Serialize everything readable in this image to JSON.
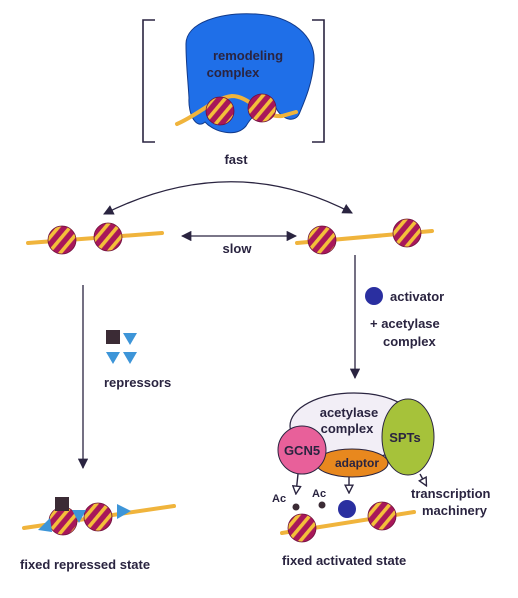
{
  "labels": {
    "remodeling_complex_line1": "remodeling",
    "remodeling_complex_line2": "complex",
    "fast": "fast",
    "slow": "slow",
    "activator": "activator",
    "acetylase_line1": "+ acetylase",
    "acetylase_line2": "complex",
    "repressors": "repressors",
    "acetylase_complex_line1": "acetylase",
    "acetylase_complex_line2": "complex",
    "gcn5": "GCN5",
    "spts": "SPTs",
    "adaptor": "adaptor",
    "ac": "Ac",
    "transcription_line1": "transcription",
    "transcription_line2": "machinery",
    "fixed_repressed": "fixed repressed state",
    "fixed_activated": "fixed activated state"
  },
  "colors": {
    "remodeling_blob": "#1f6fe8",
    "nucleosome": "#a8175a",
    "nucleosome_stripe": "#f3c03a",
    "dna": "#f0b43c",
    "activator": "#2a2fa0",
    "repressor_square": "#3b2b35",
    "repressor_triangle": "#3d95d8",
    "gcn5": "#e8609a",
    "spts": "#a6c23a",
    "adaptor": "#e8881e",
    "acetylase_complex": "#f2eef6",
    "arrow": "#2a2440"
  }
}
